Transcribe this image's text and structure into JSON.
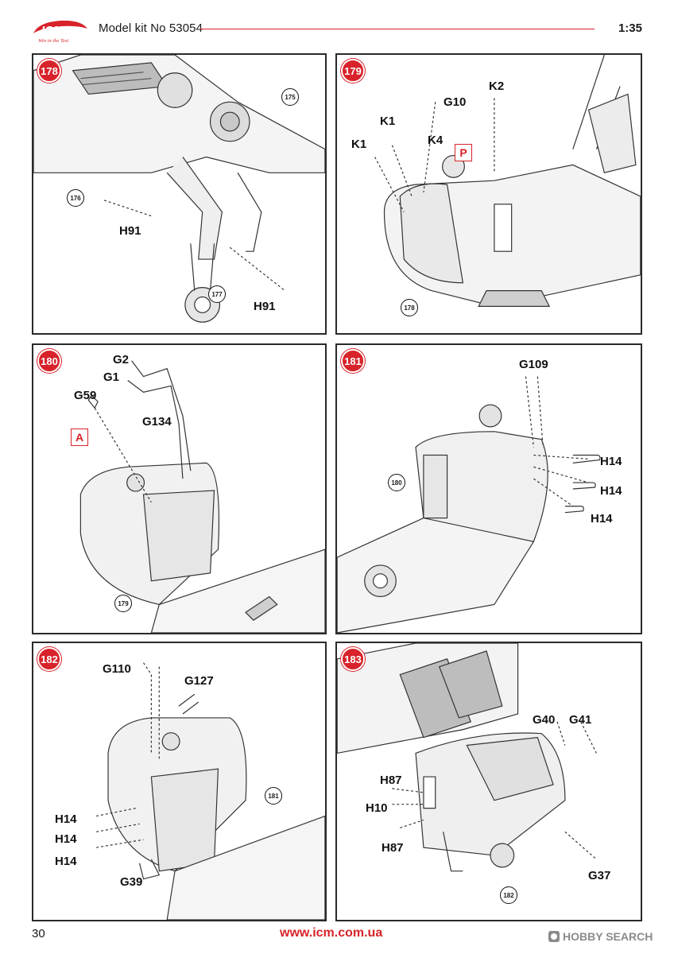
{
  "header": {
    "logo_text": "ICM",
    "logo_tagline": "Win in the Test",
    "kit_title": "Model kit No 53054",
    "scale": "1:35",
    "accent_color": "#d8232a"
  },
  "steps": [
    {
      "number": "178",
      "labels": {
        "h91_a": "H91",
        "h91_b": "H91"
      },
      "refs": {
        "r175": "175",
        "r176": "176",
        "r177": "177"
      }
    },
    {
      "number": "179",
      "labels": {
        "k1_a": "K1",
        "k1_b": "K1",
        "g10": "G10",
        "k2": "K2",
        "k4": "K4"
      },
      "marker": "P",
      "refs": {
        "r178": "178"
      }
    },
    {
      "number": "180",
      "labels": {
        "g2": "G2",
        "g1": "G1",
        "g59": "G59",
        "g134": "G134"
      },
      "marker": "A",
      "refs": {
        "r179": "179"
      }
    },
    {
      "number": "181",
      "labels": {
        "g109": "G109",
        "h14_a": "H14",
        "h14_b": "H14",
        "h14_c": "H14"
      },
      "refs": {
        "r180": "180"
      }
    },
    {
      "number": "182",
      "labels": {
        "g110": "G110",
        "g127": "G127",
        "h14_a": "H14",
        "h14_b": "H14",
        "h14_c": "H14",
        "g39": "G39"
      },
      "refs": {
        "r181": "181"
      }
    },
    {
      "number": "183",
      "labels": {
        "g40": "G40",
        "g41": "G41",
        "h87_a": "H87",
        "h10": "H10",
        "h87_b": "H87",
        "g37": "G37"
      },
      "refs": {
        "r182": "182"
      }
    }
  ],
  "footer": {
    "page_number": "30",
    "website": "www.icm.com.ua",
    "watermark": "HOBBY SEARCH"
  }
}
